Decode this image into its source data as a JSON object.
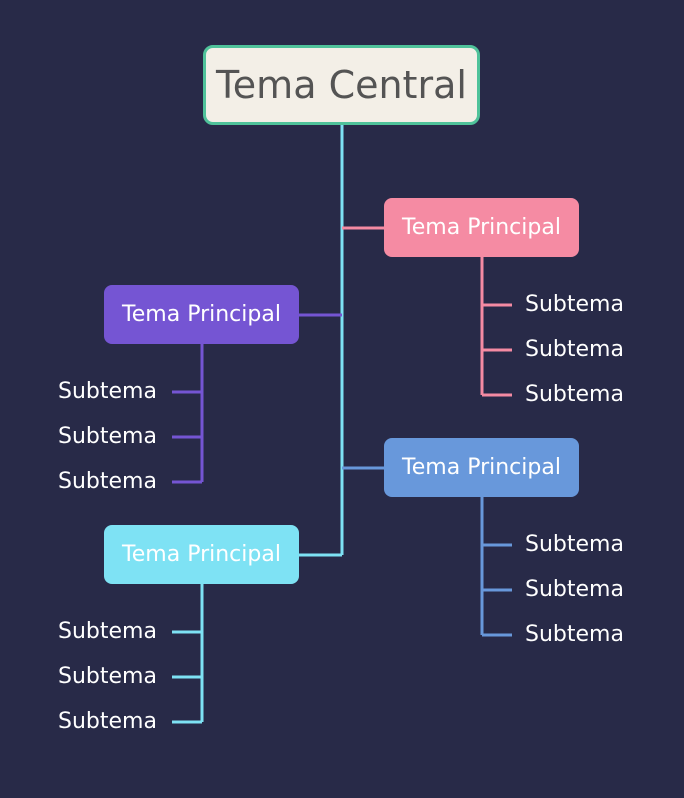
{
  "central": {
    "label": "Tema Central"
  },
  "main_topics": [
    {
      "label": "Tema Principal",
      "color": "#f58ba3",
      "text_color": "#ffffff",
      "subtopics": [
        "Subtema",
        "Subtema",
        "Subtema"
      ]
    },
    {
      "label": "Tema Principal",
      "color": "#7555d3",
      "text_color": "#ffffff",
      "subtopics": [
        "Subtema",
        "Subtema",
        "Subtema"
      ]
    },
    {
      "label": "Tema Principal",
      "color": "#6898db",
      "text_color": "#ffffff",
      "subtopics": [
        "Subtema",
        "Subtema",
        "Subtema"
      ]
    },
    {
      "label": "Tema Principal",
      "color": "#7ee2f4",
      "text_color": "#ffffff",
      "subtopics": [
        "Subtema",
        "Subtema",
        "Subtema"
      ]
    }
  ],
  "colors": {
    "background": "#282a48",
    "central_fill": "#f3efe7",
    "central_border": "#4fc29a",
    "central_text": "#545454",
    "trunk": "#7ee2f4"
  }
}
